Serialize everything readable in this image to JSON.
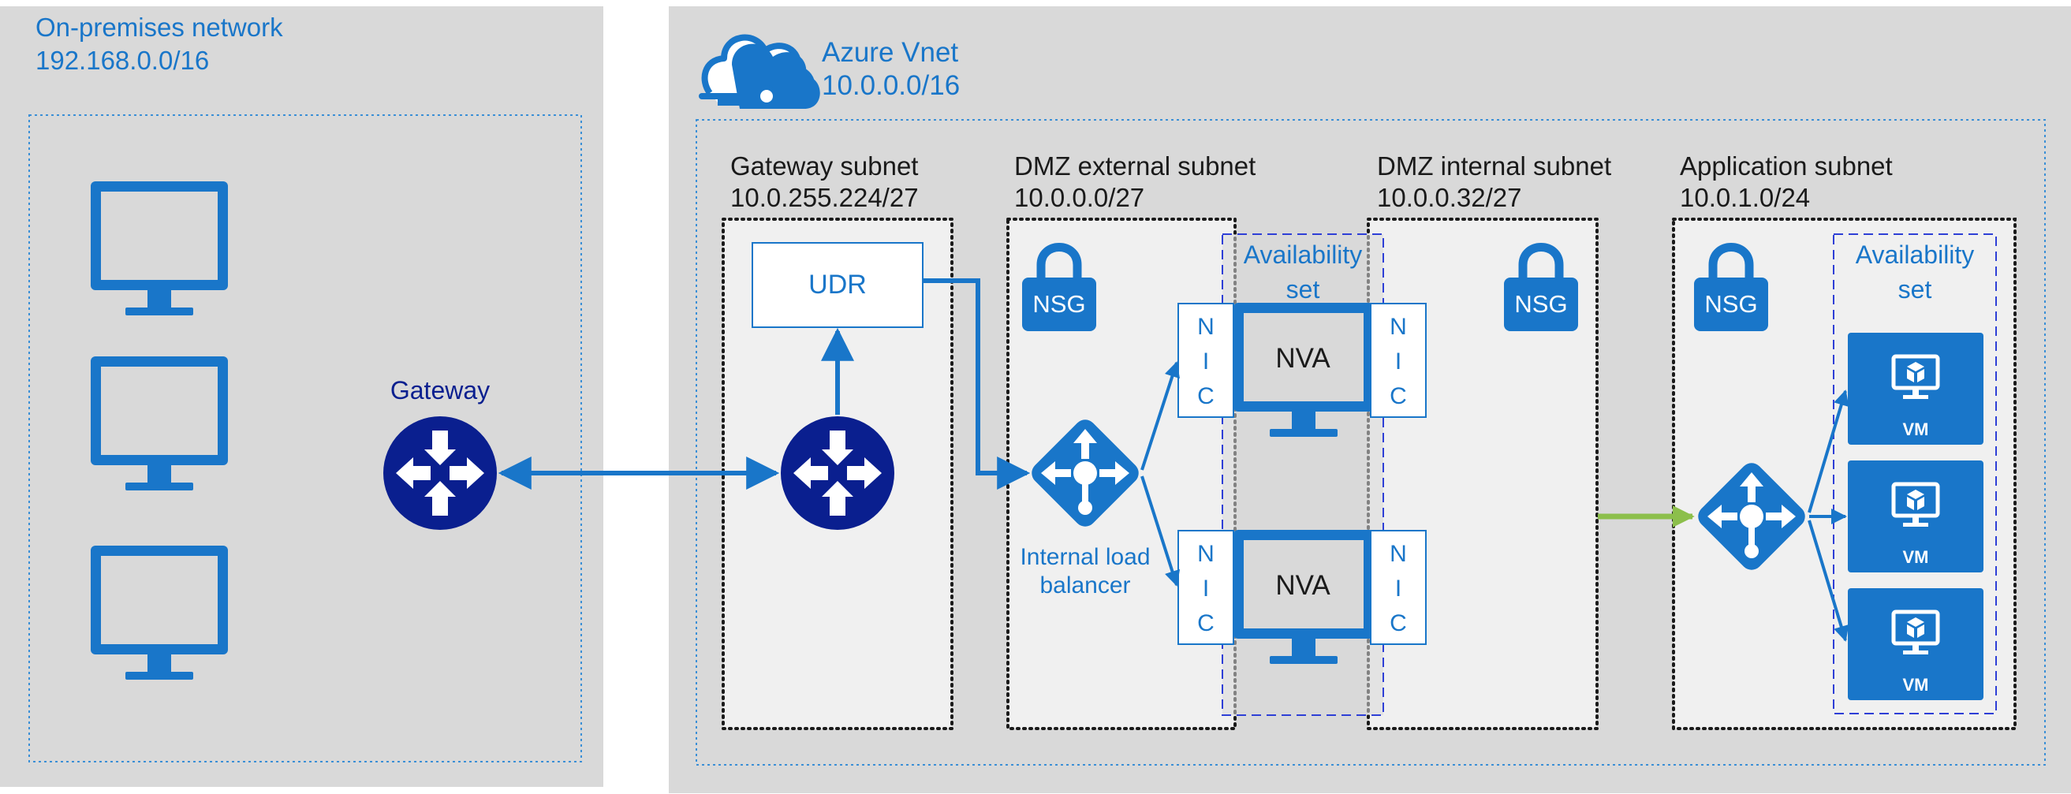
{
  "on_premises": {
    "title": "On-premises network",
    "cidr": "192.168.0.0/16",
    "gateway_label": "Gateway",
    "clients": [
      {
        "icon": "monitor-icon"
      },
      {
        "icon": "monitor-icon"
      },
      {
        "icon": "monitor-icon"
      }
    ]
  },
  "azure": {
    "title": "Azure Vnet",
    "cidr": "10.0.0.0/16",
    "icon": "cloud-icon"
  },
  "gateway_subnet": {
    "title": "Gateway subnet",
    "cidr": "10.0.255.224/27",
    "udr_label": "UDR",
    "router_icon": "router-icon"
  },
  "dmz_external": {
    "title": "DMZ external subnet",
    "cidr": "10.0.0.0/27",
    "nsg_label": "NSG",
    "lb_label_line1": "Internal load",
    "lb_label_line2": "balancer"
  },
  "dmz_availability": {
    "line1": "Availability",
    "line2": "set",
    "nva_top": "NVA",
    "nva_bottom": "NVA",
    "nic_letters": [
      "N",
      "I",
      "C"
    ]
  },
  "dmz_internal": {
    "title": "DMZ internal subnet",
    "cidr": "10.0.0.32/27",
    "nsg_label": "NSG"
  },
  "application": {
    "title": "Application subnet",
    "cidr": "10.0.1.0/24",
    "nsg_label": "NSG",
    "availability_line1": "Availability",
    "availability_line2": "set",
    "vms": [
      {
        "label": "VM"
      },
      {
        "label": "VM"
      },
      {
        "label": "VM"
      }
    ]
  },
  "colors": {
    "accent_blue": "#1976c9",
    "navy": "#0a1f8f",
    "panel_grey": "#d9d9d9",
    "subnet_fill": "#f0f0f0",
    "flow_green": "#8cbf4b"
  }
}
